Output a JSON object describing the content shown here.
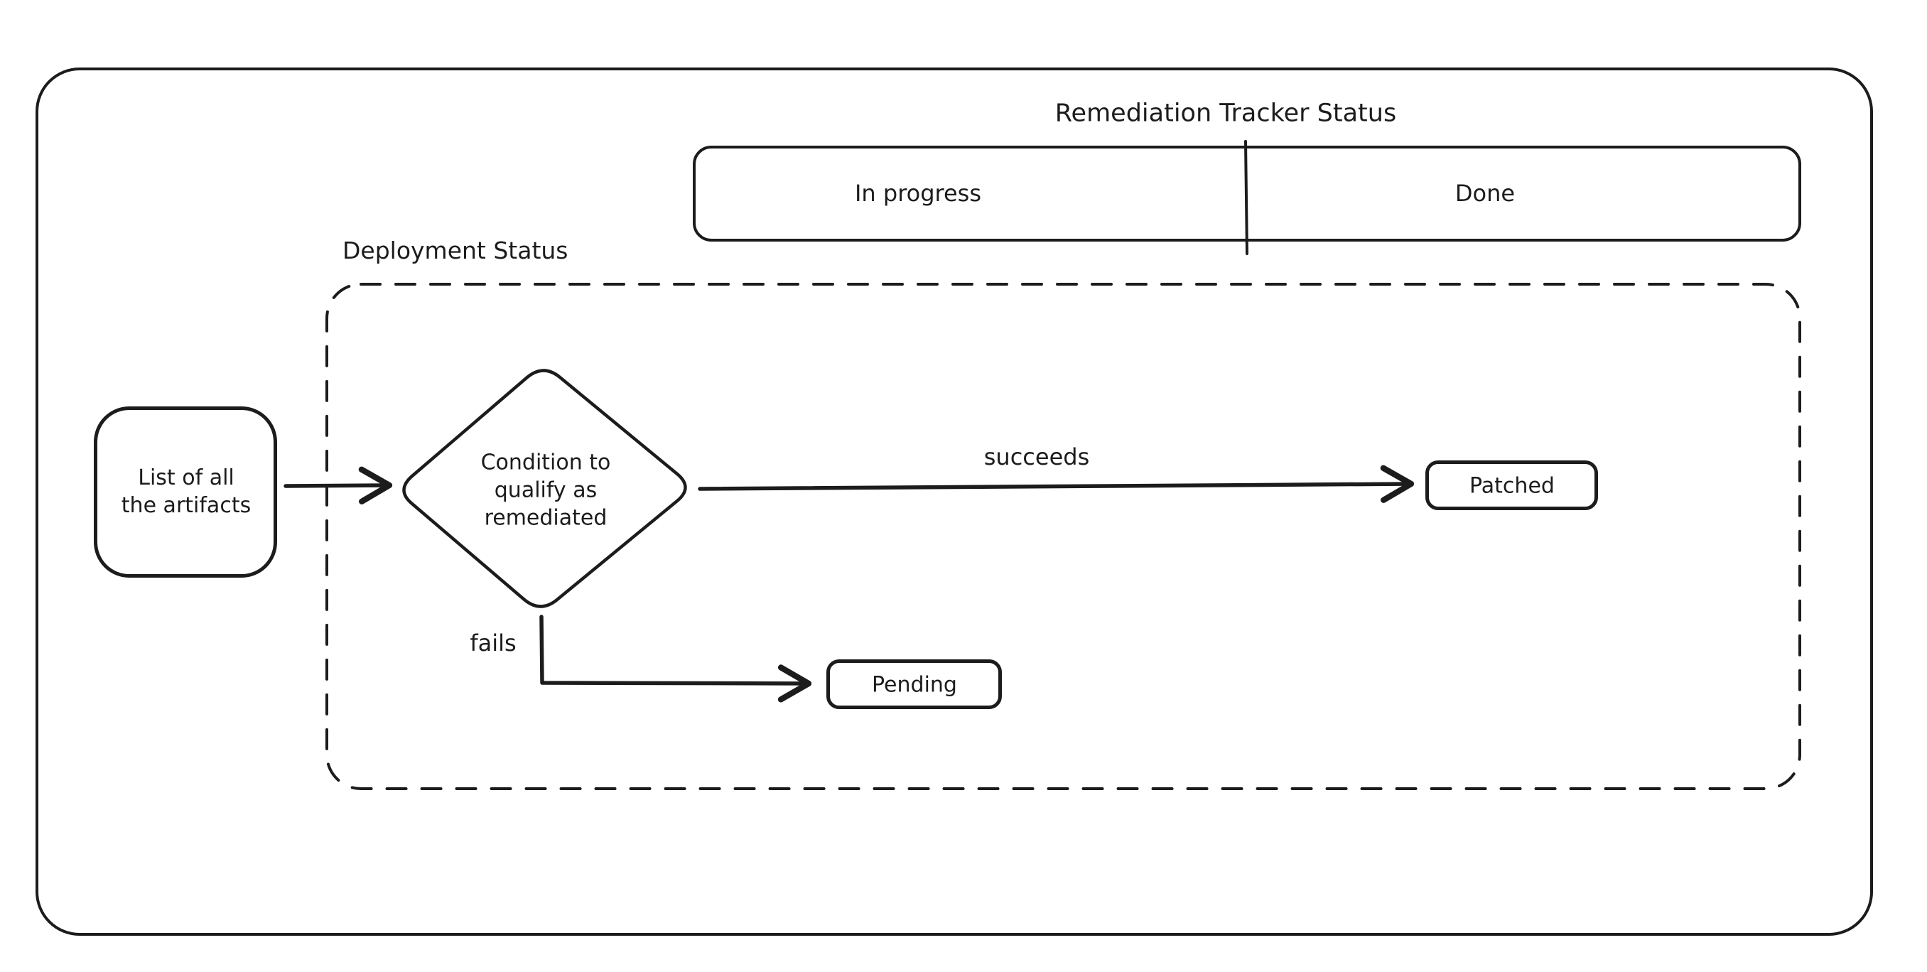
{
  "diagram": {
    "tracker": {
      "title": "Remediation Tracker Status",
      "columns": [
        {
          "label": "In progress"
        },
        {
          "label": "Done"
        }
      ]
    },
    "deployment": {
      "label": "Deployment Status",
      "nodes": {
        "artifacts": "List of all\nthe artifacts",
        "condition": "Condition to\nqualify as\nremediated",
        "patched": "Patched",
        "pending": "Pending"
      },
      "edges": {
        "succeeds": "succeeds",
        "fails": "fails"
      }
    },
    "colors": {
      "stroke": "#1c1c1c",
      "background": "#ffffff"
    }
  }
}
